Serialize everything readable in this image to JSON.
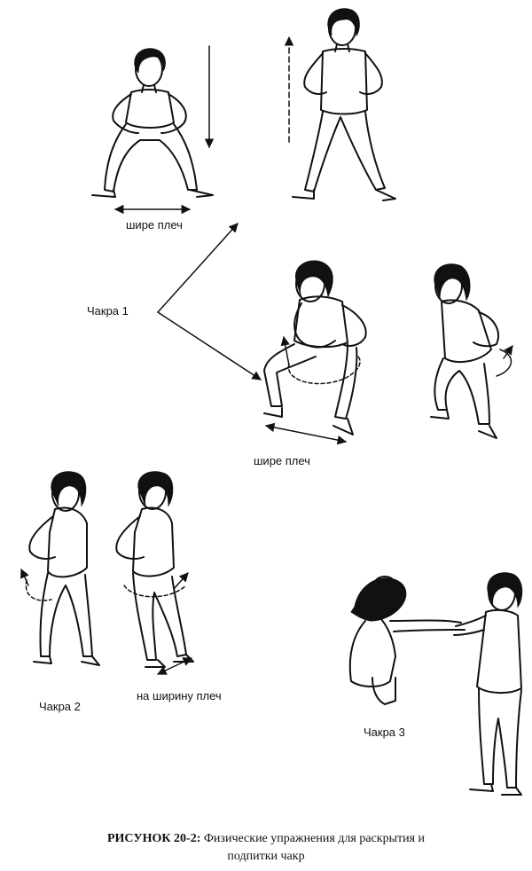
{
  "labels": {
    "wider_than_shoulders_1": "шире плеч",
    "wider_than_shoulders_2": "шире плеч",
    "chakra_1": "Чакра 1",
    "chakra_2": "Чакра 2",
    "chakra_3": "Чакра 3",
    "shoulder_width": "на ширину плеч"
  },
  "caption": {
    "prefix": "РИСУНОК 20-2:",
    "line1": "Физические упражнения для раскрытия и",
    "line2": "подпитки чакр"
  }
}
